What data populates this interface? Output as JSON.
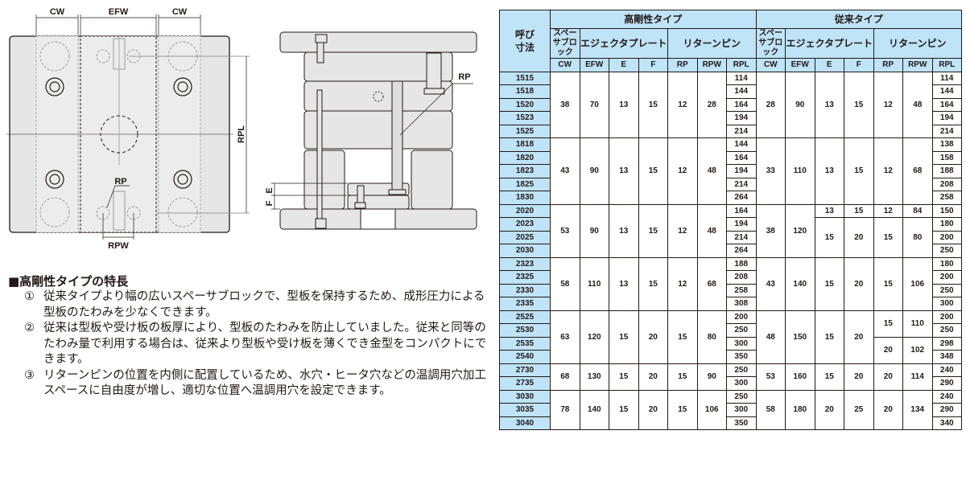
{
  "drawing_labels": {
    "cw_left": "CW",
    "efw": "EFW",
    "cw_right": "CW",
    "rpl": "RPL",
    "rp_top": "RP",
    "rpw": "RPW",
    "rp_side": "RP",
    "f": "F",
    "e": "E"
  },
  "features": {
    "title": "■高剛性タイプの特長",
    "items": [
      {
        "num": "①",
        "text": "従来タイプより幅の広いスペーサブロックで、型板を保持するため、成形圧力による型板のたわみを少なくできます。"
      },
      {
        "num": "②",
        "text": "従来は型板や受け板の板厚により、型板のたわみを防止していました。従来と同等のたわみ量で利用する場合は、従来より型板や受け板を薄くでき金型をコンパクトにできます。"
      },
      {
        "num": "③",
        "text": "リターンピンの位置を内側に配置しているため、水穴・ヒータ穴などの温調用穴加工スペースに自由度が増し、適切な位置へ温調用穴を設定できます。"
      }
    ]
  },
  "table": {
    "nominal": "呼び寸法",
    "types": [
      "高剛性タイプ",
      "従来タイプ"
    ],
    "groups": [
      "スペーサブロック",
      "エジェクタプレート",
      "リターンピン"
    ],
    "columns": [
      "CW",
      "EFW",
      "E",
      "F",
      "RP",
      "RPW",
      "RPL"
    ],
    "rows": [
      {
        "g": 0,
        "size": "1515",
        "hi": [
          "38",
          "70",
          "13",
          "15",
          "12",
          "28",
          "114"
        ],
        "conv": [
          "28",
          "90",
          "13",
          "15",
          "12",
          "48",
          "114"
        ]
      },
      {
        "g": 0,
        "size": "1518",
        "hi": [
          "38",
          "70",
          "13",
          "15",
          "12",
          "28",
          "144"
        ],
        "conv": [
          "28",
          "90",
          "13",
          "15",
          "12",
          "48",
          "144"
        ]
      },
      {
        "g": 0,
        "size": "1520",
        "hi": [
          "38",
          "70",
          "13",
          "15",
          "12",
          "28",
          "164"
        ],
        "conv": [
          "28",
          "90",
          "13",
          "15",
          "12",
          "48",
          "164"
        ]
      },
      {
        "g": 0,
        "size": "1523",
        "hi": [
          "38",
          "70",
          "13",
          "15",
          "12",
          "28",
          "194"
        ],
        "conv": [
          "28",
          "90",
          "13",
          "15",
          "12",
          "48",
          "194"
        ]
      },
      {
        "g": 0,
        "size": "1525",
        "hi": [
          "38",
          "70",
          "13",
          "15",
          "12",
          "28",
          "214"
        ],
        "conv": [
          "28",
          "90",
          "13",
          "15",
          "12",
          "48",
          "214"
        ]
      },
      {
        "g": 1,
        "size": "1818",
        "hi": [
          "43",
          "90",
          "13",
          "15",
          "12",
          "48",
          "144"
        ],
        "conv": [
          "33",
          "110",
          "13",
          "15",
          "12",
          "68",
          "138"
        ]
      },
      {
        "g": 1,
        "size": "1820",
        "hi": [
          "43",
          "90",
          "13",
          "15",
          "12",
          "48",
          "164"
        ],
        "conv": [
          "33",
          "110",
          "13",
          "15",
          "12",
          "68",
          "158"
        ]
      },
      {
        "g": 1,
        "size": "1823",
        "hi": [
          "43",
          "90",
          "13",
          "15",
          "12",
          "48",
          "194"
        ],
        "conv": [
          "33",
          "110",
          "13",
          "15",
          "12",
          "68",
          "188"
        ]
      },
      {
        "g": 1,
        "size": "1825",
        "hi": [
          "43",
          "90",
          "13",
          "15",
          "12",
          "48",
          "214"
        ],
        "conv": [
          "33",
          "110",
          "13",
          "15",
          "12",
          "68",
          "208"
        ]
      },
      {
        "g": 1,
        "size": "1830",
        "hi": [
          "43",
          "90",
          "13",
          "15",
          "12",
          "48",
          "264"
        ],
        "conv": [
          "33",
          "110",
          "13",
          "15",
          "12",
          "68",
          "258"
        ]
      },
      {
        "g": 2,
        "size": "2020",
        "hi": [
          "53",
          "90",
          "13",
          "15",
          "12",
          "48",
          "164"
        ],
        "conv": [
          "38",
          "120",
          "13",
          "15",
          "12",
          "84",
          "150"
        ]
      },
      {
        "g": 2,
        "size": "2023",
        "hi": [
          "53",
          "90",
          "13",
          "15",
          "12",
          "48",
          "194"
        ],
        "conv": [
          "38",
          "120",
          "15",
          "20",
          "15",
          "80",
          "180"
        ]
      },
      {
        "g": 2,
        "size": "2025",
        "hi": [
          "53",
          "90",
          "13",
          "15",
          "12",
          "48",
          "214"
        ],
        "conv": [
          "38",
          "120",
          "15",
          "20",
          "15",
          "80",
          "200"
        ]
      },
      {
        "g": 2,
        "size": "2030",
        "hi": [
          "53",
          "90",
          "13",
          "15",
          "12",
          "48",
          "264"
        ],
        "conv": [
          "38",
          "120",
          "15",
          "20",
          "15",
          "80",
          "250"
        ]
      },
      {
        "g": 3,
        "size": "2323",
        "hi": [
          "58",
          "110",
          "13",
          "15",
          "12",
          "68",
          "188"
        ],
        "conv": [
          "43",
          "140",
          "15",
          "20",
          "15",
          "106",
          "180"
        ]
      },
      {
        "g": 3,
        "size": "2325",
        "hi": [
          "58",
          "110",
          "13",
          "15",
          "12",
          "68",
          "208"
        ],
        "conv": [
          "43",
          "140",
          "15",
          "20",
          "15",
          "106",
          "200"
        ]
      },
      {
        "g": 3,
        "size": "2330",
        "hi": [
          "58",
          "110",
          "13",
          "15",
          "12",
          "68",
          "258"
        ],
        "conv": [
          "43",
          "140",
          "15",
          "20",
          "15",
          "106",
          "250"
        ]
      },
      {
        "g": 3,
        "size": "2335",
        "hi": [
          "58",
          "110",
          "13",
          "15",
          "12",
          "68",
          "308"
        ],
        "conv": [
          "43",
          "140",
          "15",
          "20",
          "15",
          "106",
          "300"
        ]
      },
      {
        "g": 4,
        "size": "2525",
        "hi": [
          "63",
          "120",
          "15",
          "20",
          "15",
          "80",
          "200"
        ],
        "conv": [
          "48",
          "150",
          "15",
          "20",
          "15",
          "110",
          "200"
        ]
      },
      {
        "g": 4,
        "size": "2530",
        "hi": [
          "63",
          "120",
          "15",
          "20",
          "15",
          "80",
          "250"
        ],
        "conv": [
          "48",
          "150",
          "15",
          "20",
          "15",
          "110",
          "250"
        ]
      },
      {
        "g": 4,
        "size": "2535",
        "hi": [
          "63",
          "120",
          "15",
          "20",
          "15",
          "80",
          "300"
        ],
        "conv": [
          "48",
          "150",
          "15",
          "20",
          "20",
          "102",
          "298"
        ]
      },
      {
        "g": 4,
        "size": "2540",
        "hi": [
          "63",
          "120",
          "15",
          "20",
          "15",
          "80",
          "350"
        ],
        "conv": [
          "48",
          "150",
          "15",
          "20",
          "20",
          "102",
          "348"
        ]
      },
      {
        "g": 5,
        "size": "2730",
        "hi": [
          "68",
          "130",
          "15",
          "20",
          "15",
          "90",
          "250"
        ],
        "conv": [
          "53",
          "160",
          "15",
          "20",
          "20",
          "114",
          "240"
        ]
      },
      {
        "g": 5,
        "size": "2735",
        "hi": [
          "68",
          "130",
          "15",
          "20",
          "15",
          "90",
          "300"
        ],
        "conv": [
          "53",
          "160",
          "15",
          "20",
          "20",
          "114",
          "290"
        ]
      },
      {
        "g": 6,
        "size": "3030",
        "hi": [
          "78",
          "140",
          "15",
          "20",
          "15",
          "106",
          "250"
        ],
        "conv": [
          "58",
          "180",
          "20",
          "25",
          "20",
          "134",
          "240"
        ]
      },
      {
        "g": 6,
        "size": "3035",
        "hi": [
          "78",
          "140",
          "15",
          "20",
          "15",
          "106",
          "300"
        ],
        "conv": [
          "58",
          "180",
          "20",
          "25",
          "20",
          "134",
          "290"
        ]
      },
      {
        "g": 6,
        "size": "3040",
        "hi": [
          "78",
          "140",
          "15",
          "20",
          "15",
          "106",
          "350"
        ],
        "conv": [
          "58",
          "180",
          "20",
          "25",
          "20",
          "134",
          "340"
        ]
      }
    ]
  }
}
